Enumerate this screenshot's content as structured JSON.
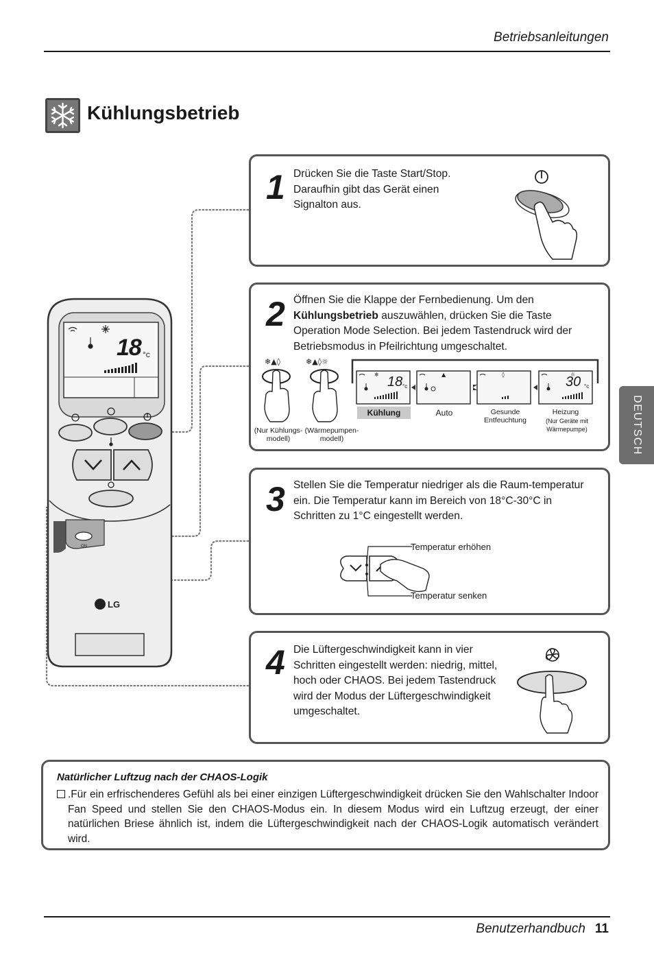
{
  "header": {
    "section": "Betriebsanleitungen"
  },
  "title": "Kühlungsbetrieb",
  "side_tab": "DEUTSCH",
  "remote": {
    "display_temp": "18",
    "display_unit": "°c",
    "brand": "LG",
    "mode_button_small": "ON"
  },
  "steps": [
    {
      "num": "1",
      "lines": [
        "Drücken Sie die Taste Start/Stop.",
        "Daraufhin gibt das Gerät einen",
        "Signalton aus."
      ]
    },
    {
      "num": "2",
      "line1": "Öffnen Sie die Klappe der Fernbedienung. Um den",
      "bold": "Kühlungsbetrieb",
      "line2_rest": " auszuwählen, drücken Sie die Taste",
      "line3": "Operation Mode Selection. Bei jedem Tastendruck wird der",
      "line4": "Betriebsmodus in Pfeilrichtung umgeschaltet."
    },
    {
      "num": "3",
      "lines": [
        "Stellen Sie die Temperatur niedriger als die Raum-temperatur",
        "ein. Die Temperatur kann im Bereich von 18°C-30°C in",
        "Schritten zu 1°C eingestellt werden."
      ]
    },
    {
      "num": "4",
      "lines": [
        "Die Lüftergeschwindigkeit kann in vier",
        "Schritten eingestellt werden: niedrig, mittel,",
        "hoch oder CHAOS. Bei jedem Tastendruck",
        "wird der Modus der Lüftergeschwindigkeit",
        "umgeschaltet."
      ]
    }
  ],
  "step2_figure": {
    "button_a_caption": [
      "(Nur Kühlungs-",
      "modell)"
    ],
    "button_b_caption": [
      "(Wärmepumpen-",
      "modell)"
    ],
    "modes": [
      {
        "label": "Kühlung",
        "temp": "18",
        "highlighted": true
      },
      {
        "label": "Auto",
        "temp": "",
        "highlighted": false
      },
      {
        "label": "Gesunde\nEntfeuchtung",
        "temp": "",
        "highlighted": false
      },
      {
        "label": "Heizung",
        "sub": "(Nur Geräte mit Wärmepumpe)",
        "temp": "30",
        "highlighted": false
      }
    ],
    "unit": "°c"
  },
  "step3_figure": {
    "up_label": "Temperatur erhöhen",
    "down_label": "Temperatur senken"
  },
  "note": {
    "title": "Natürlicher Luftzug nach der CHAOS-Logik",
    "text": ".Für ein erfrischenderes Gefühl als bei einer einzigen Lüftergeschwindigkeit drücken Sie den Wahlschalter Indoor Fan Speed und stellen Sie den CHAOS-Modus ein. In diesem Modus wird ein Luftzug erzeugt, der einer natürlichen Briese ähnlich ist, indem die Lüftergeschwindigkeit nach der CHAOS-Logik automatisch verändert wird."
  },
  "footer": {
    "label": "Benutzerhandbuch",
    "page": "11"
  }
}
